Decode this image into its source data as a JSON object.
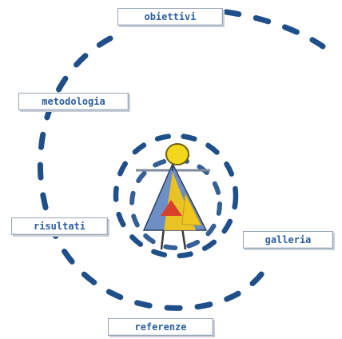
{
  "nav": {
    "items": [
      {
        "id": "obiettivi",
        "label": "obiettivi"
      },
      {
        "id": "metodologia",
        "label": "metodologia"
      },
      {
        "id": "risultati",
        "label": "risultati"
      },
      {
        "id": "galleria",
        "label": "galleria"
      },
      {
        "id": "referenze",
        "label": "referenze"
      }
    ]
  },
  "colors": {
    "dash": "#1f4f8a",
    "label_text": "#2c5f9e",
    "label_border": "#9aa6b6",
    "figure_head": "#f2d81c",
    "figure_body_red": "#d9402a",
    "figure_body_yellow": "#f0c51c",
    "figure_body_blue": "#6d8fc6"
  },
  "icons": {
    "figure": "child-figure-icon"
  }
}
